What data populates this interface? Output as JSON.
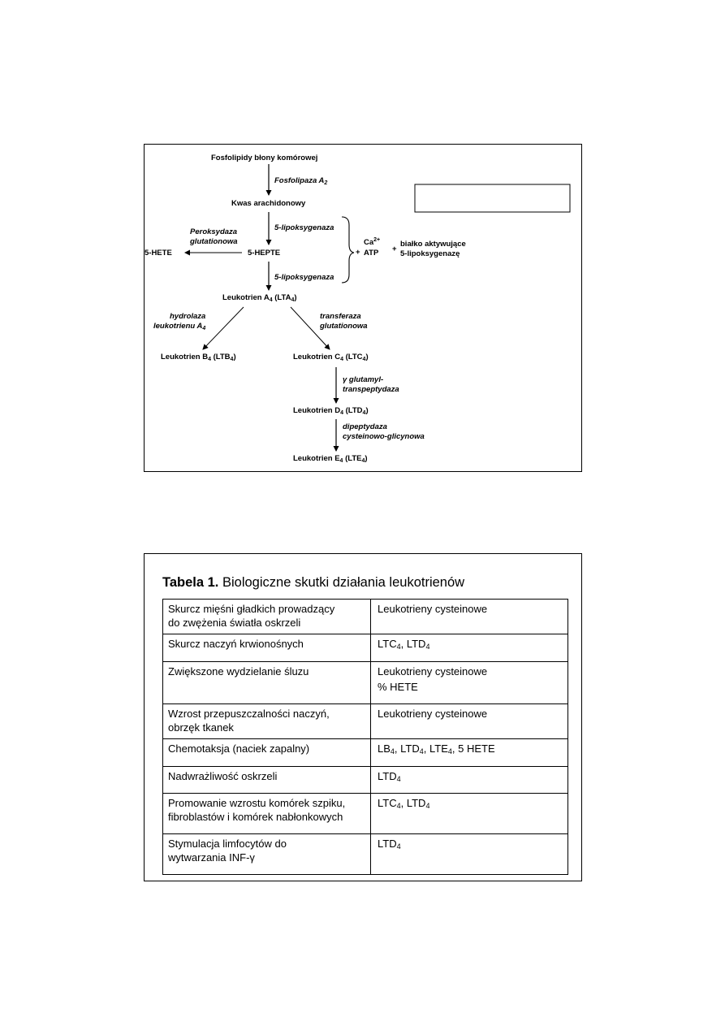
{
  "diagram": {
    "nodes": {
      "phospholipids": "Fosfolipidy błony komórowej",
      "arachidonic_acid": "Kwas arachidonowy",
      "hepte": "5-HEPTE",
      "hete": "5-HETE",
      "lta4": {
        "main": "Leukotrien A",
        "sub": "4",
        "tail": " (LTA",
        "tail_sub": "4",
        "end": ")"
      },
      "ltb4": {
        "main": "Leukotrien B",
        "sub": "4",
        "tail": " (LTB",
        "tail_sub": "4",
        "end": ")"
      },
      "ltc4": {
        "main": "Leukotrien C",
        "sub": "4",
        "tail": " (LTC",
        "tail_sub": "4",
        "end": ")"
      },
      "ltd4": {
        "main": "Leukotrien D",
        "sub": "4",
        "tail": " (LTD",
        "tail_sub": "4",
        "end": ")"
      },
      "lte4": {
        "main": "Leukotrien E",
        "sub": "4",
        "tail": " (LTE",
        "tail_sub": "4",
        "end": ")"
      }
    },
    "enzymes": {
      "phospholipase": {
        "main": "Fosfolipaza A",
        "sub": "2"
      },
      "lipoxygenase_1": "5-lipoksygenaza",
      "lipoxygenase_2": "5-lipoksygenaza",
      "peroxidase_line1": "Peroksydaza",
      "peroxidase_line2": "glutationowa",
      "hydrolase_line1": "hydrolaza",
      "hydrolase_line2": {
        "main": "leukotrienu A",
        "sub": "4"
      },
      "transferase_line1": "transferaza",
      "transferase_line2": "glutationowa",
      "gamma_gt_line1": "γ glutamyl-",
      "gamma_gt_line2": "transpeptydaza",
      "dipeptidase_line1": "dipeptydaza",
      "dipeptidase_line2": "cysteinowo-glicynowa"
    },
    "cofactors": {
      "plus_1": "+",
      "ca": "Ca",
      "ca_sup": "2+",
      "atp": "ATP",
      "plus_2": "+",
      "protein_line1": "białko aktywujące",
      "protein_line2": "5-lipoksygenazę"
    }
  },
  "table": {
    "title_bold": "Tabela 1.",
    "title_rest": " Biologiczne skutki działania leukotrienów",
    "rows": [
      {
        "effect": [
          "Skurcz mięśni gładkich prowadzący",
          "do zwężenia światła oskrzeli"
        ],
        "mediators": [
          [
            [
              "Leukotrieny  cysteinowe",
              ""
            ]
          ]
        ]
      },
      {
        "effect": [
          "Skurcz naczyń krwionośnych"
        ],
        "mediators": [
          [
            [
              "LTC",
              "4"
            ],
            [
              ", LTD",
              "4"
            ]
          ]
        ]
      },
      {
        "effect": [
          "Zwiększone wydzielanie śluzu"
        ],
        "mediators": [
          [
            [
              "Leukotrieny  cysteinowe",
              ""
            ]
          ],
          [
            [
              "% HETE",
              ""
            ]
          ]
        ]
      },
      {
        "effect": [
          "Wzrost przepuszczalności naczyń,",
          "obrzęk tkanek"
        ],
        "mediators": [
          [
            [
              "Leukotrieny  cysteinowe",
              ""
            ]
          ]
        ]
      },
      {
        "effect": [
          "Chemotaksja (naciek zapalny)"
        ],
        "mediators": [
          [
            [
              "LB",
              "4"
            ],
            [
              ", LTD",
              "4"
            ],
            [
              ", LTE",
              "4"
            ],
            [
              ", 5 HETE",
              ""
            ]
          ]
        ]
      },
      {
        "effect": [
          "Nadwrażliwość oskrzeli"
        ],
        "mediators": [
          [
            [
              "LTD",
              "4"
            ]
          ]
        ]
      },
      {
        "effect": [
          "Promowanie wzrostu komórek szpiku,",
          "fibroblastów i komórek nabłonkowych"
        ],
        "mediators": [
          [
            [
              "LTC",
              "4"
            ],
            [
              ", LTD",
              "4"
            ]
          ]
        ]
      },
      {
        "effect": [
          "Stymulacja  limfocytów  do",
          "wytwarzania INF-γ"
        ],
        "mediators": [
          [
            [
              "LTD",
              "4"
            ]
          ]
        ]
      }
    ]
  }
}
